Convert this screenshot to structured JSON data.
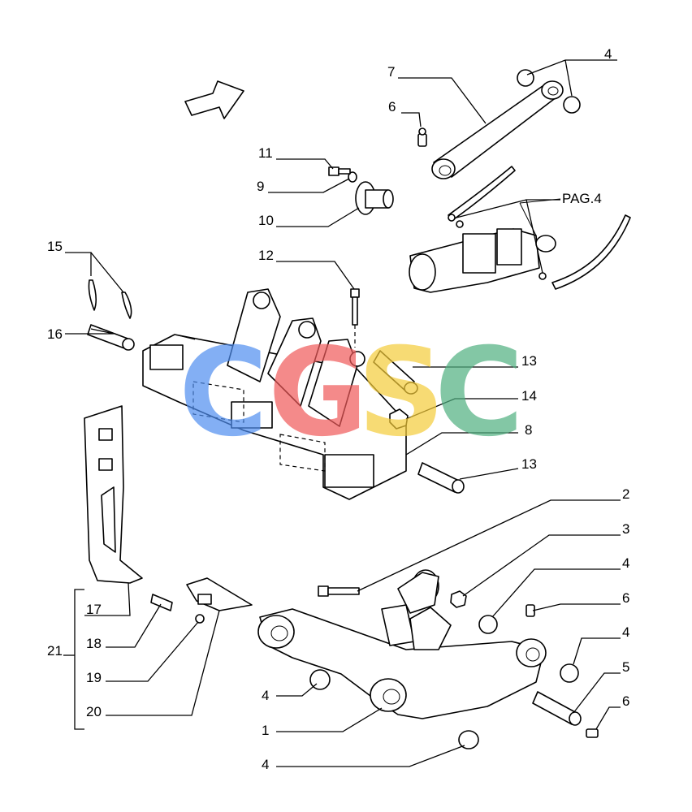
{
  "callouts": [
    {
      "id": "c4a",
      "text": "4"
    },
    {
      "id": "c7",
      "text": "7"
    },
    {
      "id": "c6a",
      "text": "6"
    },
    {
      "id": "c11",
      "text": "11"
    },
    {
      "id": "c9",
      "text": "9"
    },
    {
      "id": "c10",
      "text": "10"
    },
    {
      "id": "cpag",
      "text": "PAG.4"
    },
    {
      "id": "c15",
      "text": "15"
    },
    {
      "id": "c16",
      "text": "16"
    },
    {
      "id": "c12",
      "text": "12"
    },
    {
      "id": "c13a",
      "text": "13"
    },
    {
      "id": "c14",
      "text": "14"
    },
    {
      "id": "c8",
      "text": "8"
    },
    {
      "id": "c13b",
      "text": "13"
    },
    {
      "id": "c2",
      "text": "2"
    },
    {
      "id": "c3",
      "text": "3"
    },
    {
      "id": "c4b",
      "text": "4"
    },
    {
      "id": "c6b",
      "text": "6"
    },
    {
      "id": "c4c",
      "text": "4"
    },
    {
      "id": "c5",
      "text": "5"
    },
    {
      "id": "c6c",
      "text": "6"
    },
    {
      "id": "c17",
      "text": "17"
    },
    {
      "id": "c18",
      "text": "18"
    },
    {
      "id": "c19",
      "text": "19"
    },
    {
      "id": "c20",
      "text": "20"
    },
    {
      "id": "c21",
      "text": "21"
    },
    {
      "id": "c4d",
      "text": "4"
    },
    {
      "id": "c1",
      "text": "1"
    },
    {
      "id": "c4e",
      "text": "4"
    }
  ],
  "watermark": {
    "letters": [
      "C",
      "G",
      "S",
      "C"
    ],
    "colors": [
      "#4f8ef0",
      "#f05a5a",
      "#f5cc3a",
      "#4fb080"
    ]
  },
  "colors": {
    "line": "#000000",
    "background": "#ffffff"
  }
}
